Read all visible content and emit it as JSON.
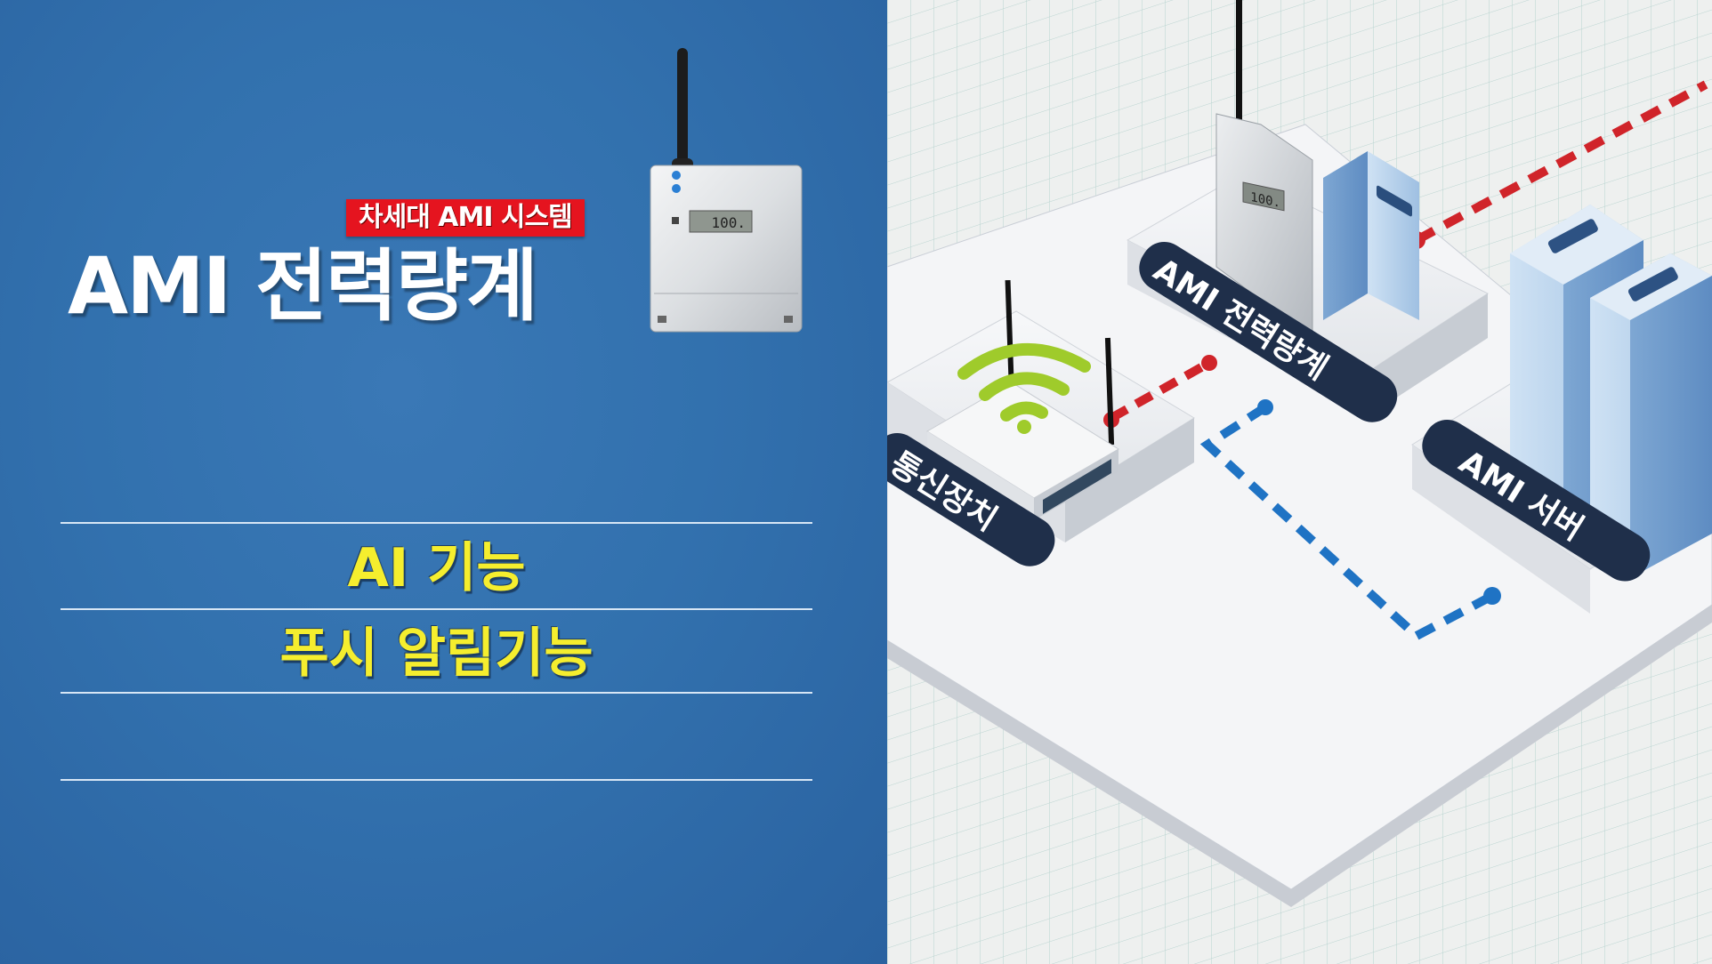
{
  "left_panel": {
    "badge": "차세대 AMI 시스템",
    "title": "AMI 전력량계",
    "features": [
      "AI 기능",
      "푸시 알림기능",
      ""
    ]
  },
  "meter_photo": {
    "display_value": "100."
  },
  "diagram": {
    "labels": {
      "communication": "통신장치",
      "meter": "AMI 전력량계",
      "server": "AMI 서버"
    },
    "meter_display": "100.",
    "colors": {
      "left_bg": "#3271ae",
      "badge": "#e5141f",
      "feature_text": "#f5ee2e",
      "red_link": "#d0242a",
      "blue_link": "#1f73c4",
      "wifi": "#9fcb2b",
      "label_bg": "#1f2f4a"
    }
  }
}
